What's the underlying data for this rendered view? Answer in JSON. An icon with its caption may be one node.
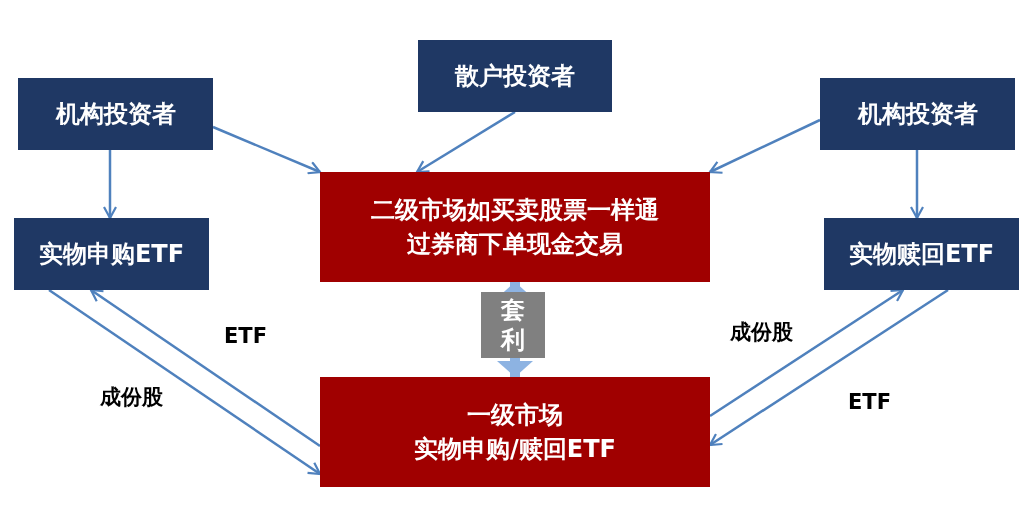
{
  "diagram": {
    "nodes": [
      {
        "text": [
          "机构投资者"
        ]
      },
      {
        "text": [
          "散户投资者"
        ]
      },
      {
        "text": [
          "机构投资者"
        ]
      },
      {
        "text": [
          "实物申购ETF"
        ]
      },
      {
        "text": [
          "二级市场如买卖股票一样通过券商下单现金交易"
        ]
      },
      {
        "text": [
          "实物赎回ETF"
        ]
      },
      {
        "text": [
          "一级市场",
          "实物申购/赎回ETF"
        ]
      }
    ],
    "edges": [
      {
        "from": 0,
        "to": 3,
        "arrow": "to"
      },
      {
        "from": 0,
        "to": 4,
        "arrow": "to"
      },
      {
        "from": 1,
        "to": 4,
        "arrow": "to"
      },
      {
        "from": 2,
        "to": 4,
        "arrow": "to"
      },
      {
        "from": 2,
        "to": 5,
        "arrow": "to"
      },
      {
        "from": 3,
        "to": 6,
        "arrow": "to",
        "label": "成份股"
      },
      {
        "from": 6,
        "to": 3,
        "arrow": "to",
        "label": "ETF"
      },
      {
        "from": 6,
        "to": 5,
        "arrow": "to",
        "label": "成份股"
      },
      {
        "from": 5,
        "to": 6,
        "arrow": "to",
        "label": "ETF"
      },
      {
        "from": 4,
        "to": 6,
        "arrow": "both",
        "label": "套利",
        "style": "thick",
        "color": "#8db3e2"
      }
    ]
  }
}
